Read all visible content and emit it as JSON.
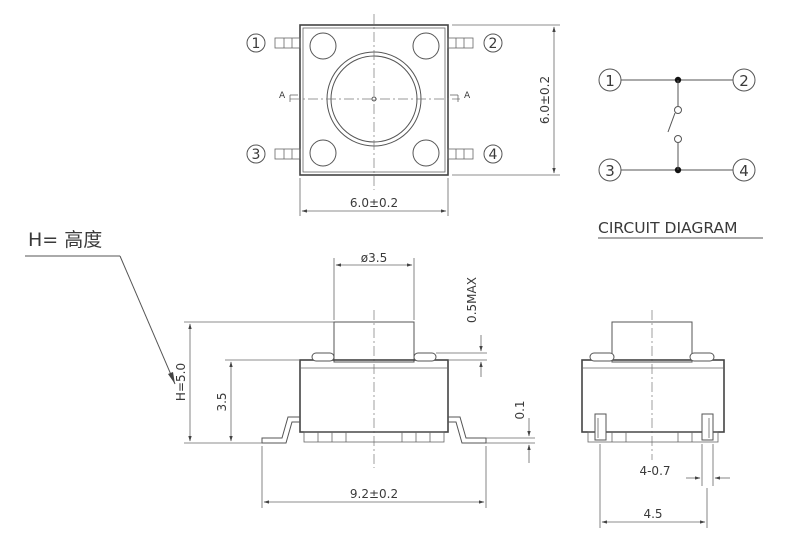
{
  "top_view": {
    "pins": [
      "1",
      "2",
      "3",
      "4"
    ],
    "section_marks": [
      "A",
      "A"
    ],
    "dim_width": "6.0±0.2",
    "dim_height": "6.0±0.2"
  },
  "circuit": {
    "title": "CIRCUIT DIAGRAM",
    "pins": [
      "1",
      "2",
      "3",
      "4"
    ]
  },
  "height_note": "H= 高度",
  "side_view": {
    "dim_diameter": "ø3.5",
    "dim_max": "0.5MAX",
    "dim_h": "H=5.0",
    "dim_body": "3.5",
    "dim_lead": "0.1",
    "dim_width": "9.2±0.2"
  },
  "end_view": {
    "dim_pin": "4-0.7",
    "dim_width": "4.5"
  }
}
